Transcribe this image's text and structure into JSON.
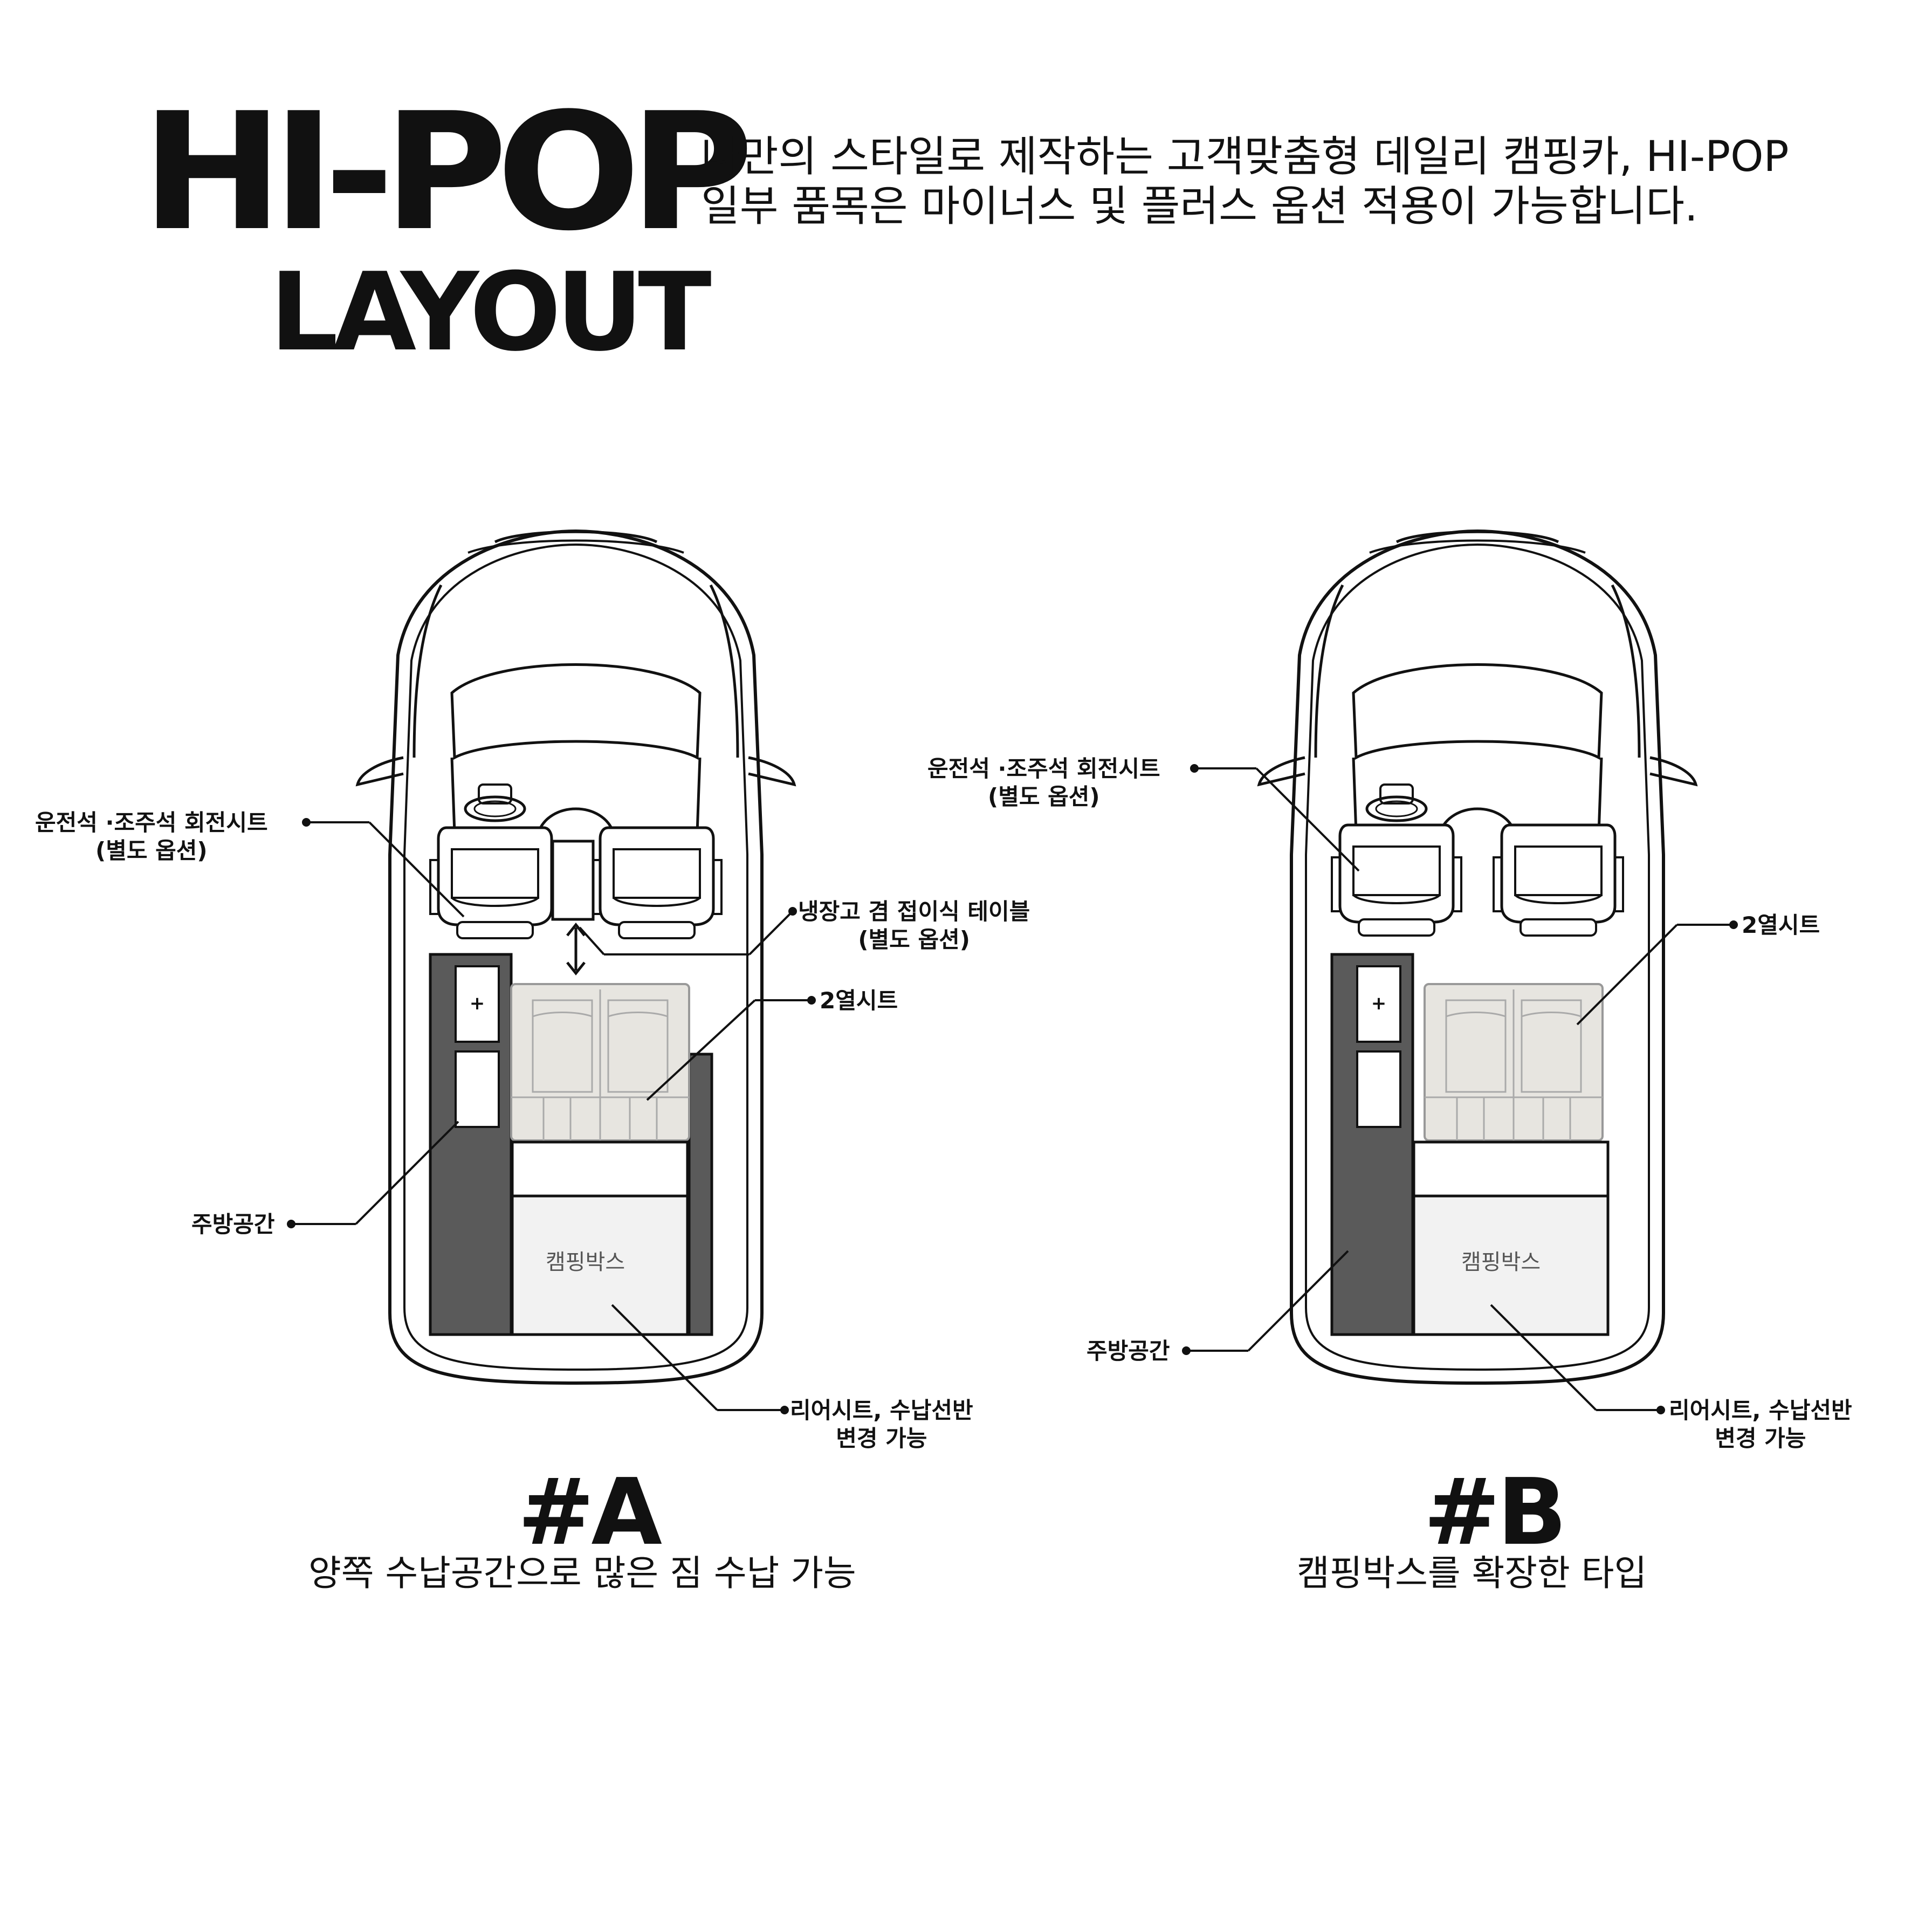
{
  "header": {
    "title": "HI-POP",
    "subtitle": "LAYOUT",
    "desc_line1": "나만의 스타일로 제작하는 고객맞춤형 데일리 캠핑카, HI-POP",
    "desc_line2": "일부 품목은 마이너스 및 플러스 옵션 적용이 가능합니다."
  },
  "layout_a": {
    "name": "#A",
    "description": "양쪽 수납공간으로 많은 짐 수납 가능",
    "camping_box": "캠핑박스",
    "labels": {
      "swivel_seat_1": "운전석 ·조주석 회전시트",
      "swivel_seat_2": "(별도 옵션)",
      "fridge_1": "냉장고 겸 접이식 테이블",
      "fridge_2": "(별도 옵션)",
      "second_row": "2열시트",
      "kitchen": "주방공간",
      "rear_1": "리어시트, 수납선반",
      "rear_2": "변경 가능"
    }
  },
  "layout_b": {
    "name": "#B",
    "description": "캠핑박스를 확장한 타입",
    "camping_box": "캠핑박스",
    "labels": {
      "swivel_seat_1": "운전석 ·조주석 회전시트",
      "swivel_seat_2": "(별도 옵션)",
      "second_row": "2열시트",
      "kitchen": "주방공간",
      "rear_1": "리어시트, 수납선반",
      "rear_2": "변경 가능"
    }
  },
  "colors": {
    "outline": "#111111",
    "kitchen_fill": "#5a5a5a",
    "seat_fill": "#e7e5e0",
    "box_fill": "#f2f2f2"
  }
}
